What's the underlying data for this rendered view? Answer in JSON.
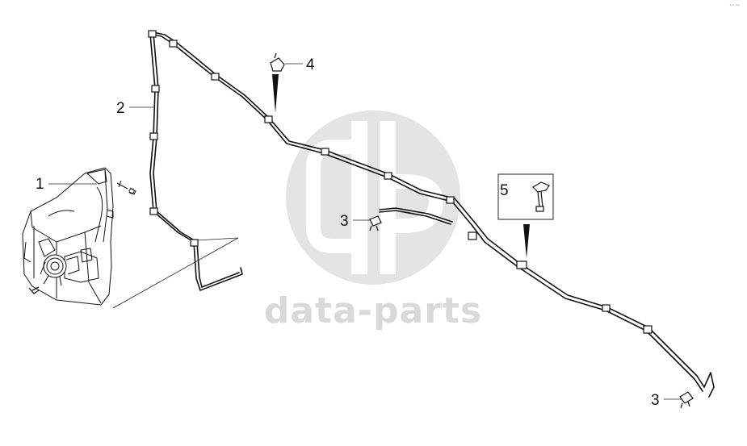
{
  "watermark": {
    "text": "data-parts",
    "color": "#d9d9d9"
  },
  "corner_mark": "•• ••",
  "callouts": {
    "c1": "1",
    "c2": "2",
    "c3a": "3",
    "c3b": "3",
    "c4": "4",
    "c5": "5"
  },
  "parts": [
    "washer-reservoir",
    "washer-hose",
    "hose-clip",
    "hose-retainer-clip",
    "hose-bracket"
  ]
}
